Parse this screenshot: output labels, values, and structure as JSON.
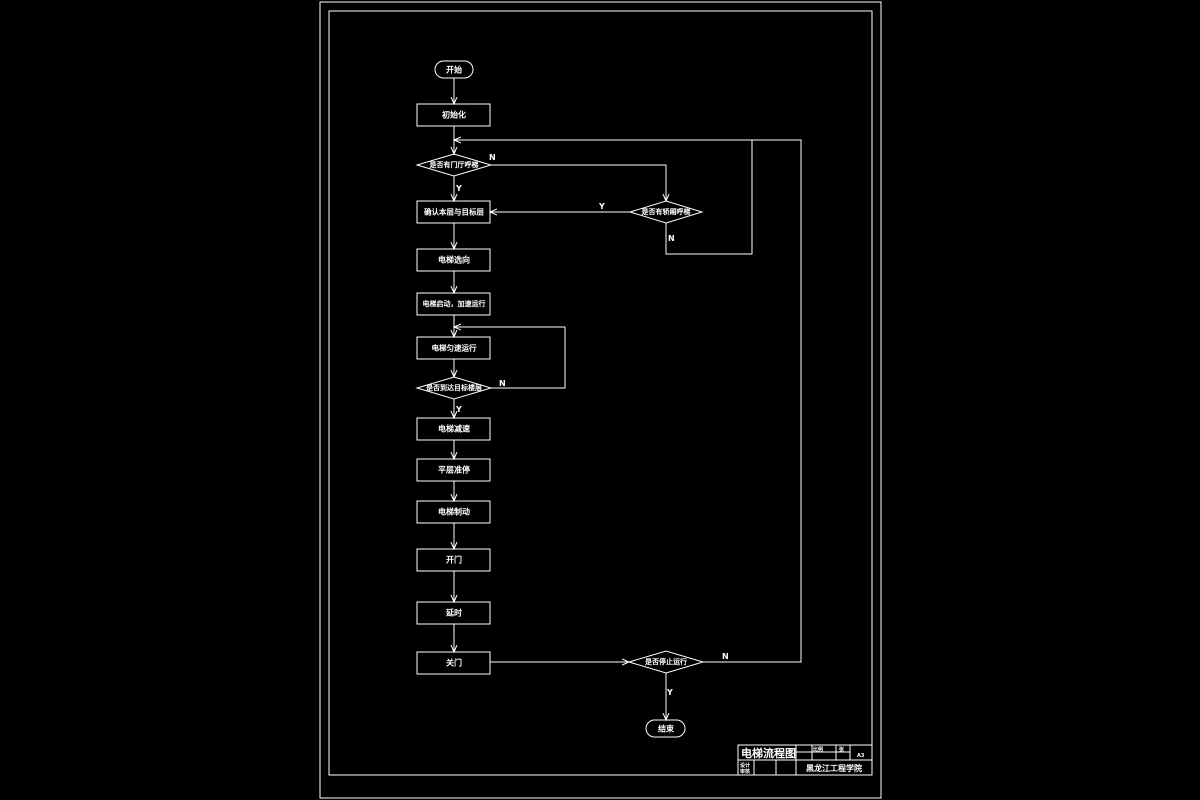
{
  "diagram": {
    "title": "电梯流程图",
    "nodes": {
      "start": "开始",
      "init": "初始化",
      "check_call_same": "是否有门厅呼梯",
      "check_call_other": "是否有轿厢呼梯",
      "determine_target": "确认本层与目标层",
      "elevator_direction": "电梯选向",
      "start_run": "电梯启动，加速运行",
      "run_constant": "电梯匀速运行",
      "check_target_floor": "是否到达目标楼层",
      "decelerate": "电梯减速",
      "level": "平层准停",
      "brake": "电梯制动",
      "open_door": "开门",
      "delay": "延时",
      "close_door": "关门",
      "check_stop": "是否停止运行",
      "end": "结束"
    },
    "edge_labels": {
      "yes": "Y",
      "no": "N"
    },
    "title_block": {
      "school": "黑龙江工程学院",
      "designer_label": "设计",
      "review_label": "审核",
      "scale_label": "比例",
      "sheet_label": "张",
      "quantity": "A3"
    }
  }
}
